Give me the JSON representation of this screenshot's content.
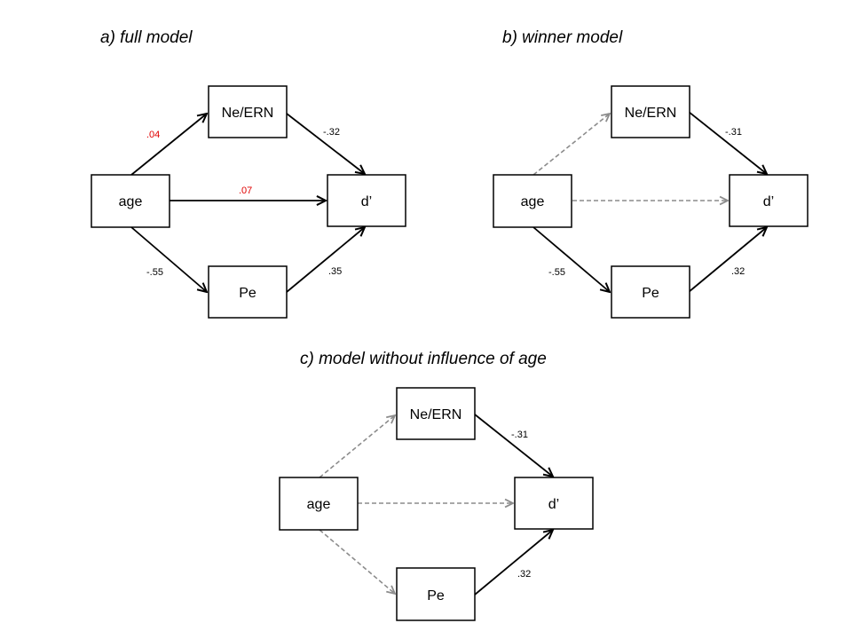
{
  "colors": {
    "solid": "#000000",
    "dashed": "#8c8c8c",
    "highlight": "#e00000"
  },
  "panels": [
    {
      "id": "a",
      "title": "a) full model",
      "nodes": {
        "age": "age",
        "ne": "Ne/ERN",
        "d": "d’",
        "pe": "Pe"
      },
      "edges": {
        "age_ne": {
          "style": "solid",
          "label": ".04",
          "highlight": true
        },
        "age_d": {
          "style": "solid",
          "label": ".07",
          "highlight": true
        },
        "age_pe": {
          "style": "solid",
          "label": "-.55",
          "highlight": false
        },
        "ne_d": {
          "style": "solid",
          "label": "-.32",
          "highlight": false
        },
        "pe_d": {
          "style": "solid",
          "label": ".35",
          "highlight": false
        }
      }
    },
    {
      "id": "b",
      "title": "b) winner model",
      "nodes": {
        "age": "age",
        "ne": "Ne/ERN",
        "d": "d’",
        "pe": "Pe"
      },
      "edges": {
        "age_ne": {
          "style": "dashed",
          "label": "",
          "highlight": false
        },
        "age_d": {
          "style": "dashed",
          "label": "",
          "highlight": false
        },
        "age_pe": {
          "style": "solid",
          "label": "-.55",
          "highlight": false
        },
        "ne_d": {
          "style": "solid",
          "label": "-.31",
          "highlight": false
        },
        "pe_d": {
          "style": "solid",
          "label": ".32",
          "highlight": false
        }
      }
    },
    {
      "id": "c",
      "title": "c) model without influence of age",
      "nodes": {
        "age": "age",
        "ne": "Ne/ERN",
        "d": "d’",
        "pe": "Pe"
      },
      "edges": {
        "age_ne": {
          "style": "dashed",
          "label": "",
          "highlight": false
        },
        "age_d": {
          "style": "dashed",
          "label": "",
          "highlight": false
        },
        "age_pe": {
          "style": "dashed",
          "label": "",
          "highlight": false
        },
        "ne_d": {
          "style": "solid",
          "label": "-.31",
          "highlight": false
        },
        "pe_d": {
          "style": "solid",
          "label": ".32",
          "highlight": false
        }
      }
    }
  ]
}
